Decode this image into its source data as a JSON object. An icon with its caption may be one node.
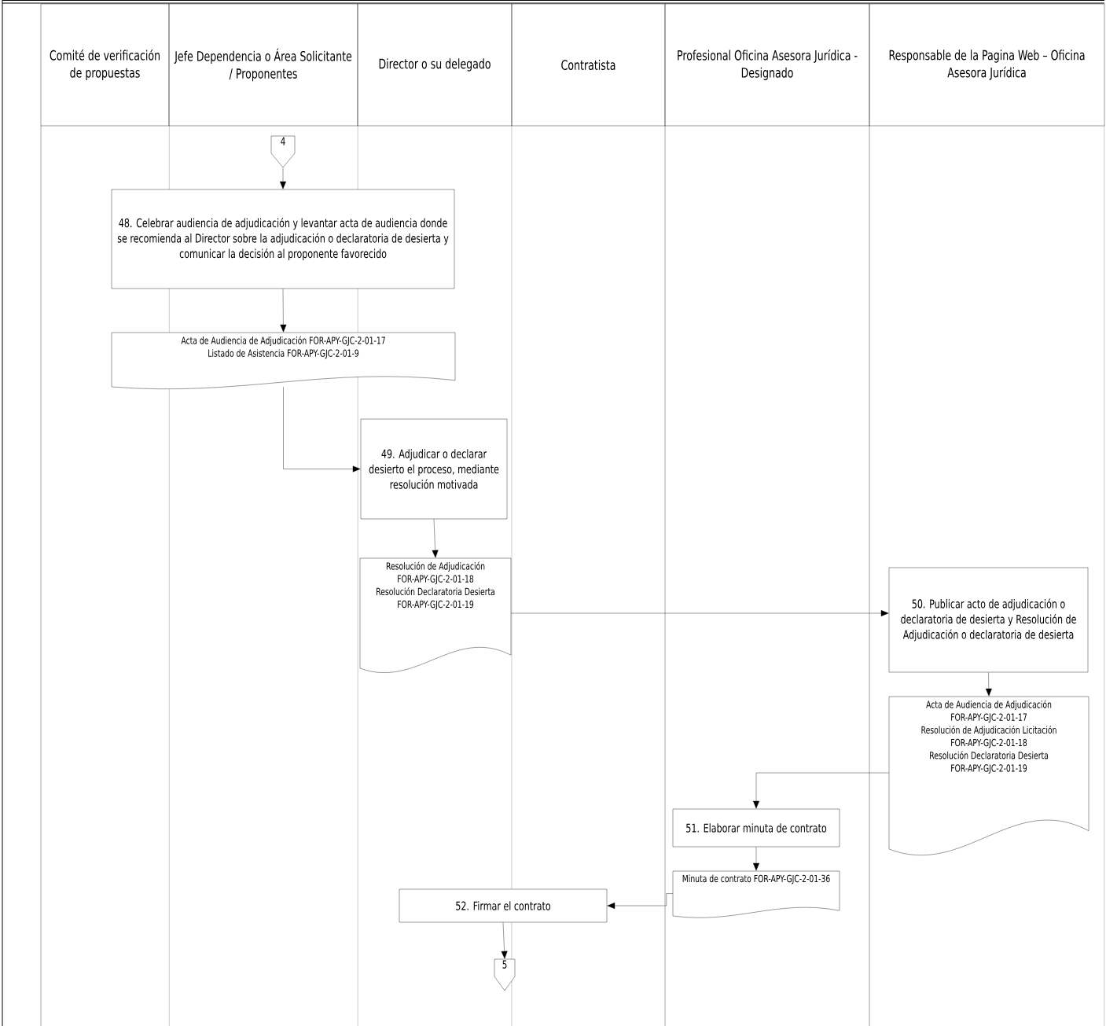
{
  "diagram": {
    "nodes": [
      {
        "text": [
          "Comité de verificación de propuestas"
        ]
      },
      {
        "text": [
          "Jefe Dependencia o Área Solicitante / Proponentes"
        ]
      },
      {
        "text": [
          "Director o su delegado"
        ]
      },
      {
        "text": [
          "Contratista"
        ]
      },
      {
        "text": [
          "Profesional Oficina Asesora Jurídica - Designado"
        ]
      },
      {
        "text": [
          "Responsable de la Pagina Web – Oficina Asesora Jurídica"
        ]
      },
      {
        "text": [
          "4"
        ]
      },
      {
        "text": [
          "48. Celebrar audiencia de adjudicación y levantar acta de audiencia donde se recomienda al Director sobre la adjudicación o declaratoria de desierta y comunicar la decisión al proponente favorecido"
        ]
      },
      {
        "text": [
          "Acta de Audiencia de Adjudicación FOR-APY-GJC-2-01-17",
          "Listado de Asistencia FOR-APY-GJC-2-01-9"
        ]
      },
      {
        "text": [
          "49. Adjudicar o declarar desierto el proceso, mediante resolución motivada"
        ]
      },
      {
        "text": [
          "Resolución de Adjudicación FOR-APY-GJC-2-01-18",
          "Resolución Declaratoria Desierta FOR-APY-GJC-2-01-19"
        ]
      },
      {
        "text": [
          "50. Publicar acto de adjudicación o declaratoria de desierta y Resolución de Adjudicación o declaratoria de desierta"
        ]
      },
      {
        "text": [
          "Acta de Audiencia de Adjudicación FOR-APY-GJC-2-01-17",
          "Resolución de Adjudicación Licitación FOR-APY-GJC-2-01-18",
          "Resolución Declaratoria Desierta FOR-APY-GJC-2-01-19"
        ]
      },
      {
        "text": [
          "51. Elaborar minuta de contrato"
        ]
      },
      {
        "text": [
          "Minuta de contrato FOR-APY-GJC-2-01-36"
        ]
      },
      {
        "text": [
          "52. Firmar el contrato"
        ]
      },
      {
        "text": [
          "5"
        ]
      }
    ],
    "edges": [
      {
        "from": 6,
        "to": 7,
        "arrow": "to"
      },
      {
        "from": 7,
        "to": 8,
        "arrow": "to"
      },
      {
        "from": 8,
        "to": 9,
        "arrow": "to"
      },
      {
        "from": 9,
        "to": 10,
        "arrow": "to"
      },
      {
        "from": 10,
        "to": 11,
        "arrow": "to"
      },
      {
        "from": 11,
        "to": 12,
        "arrow": "to"
      },
      {
        "from": 12,
        "to": 13,
        "arrow": "to"
      },
      {
        "from": 13,
        "to": 14,
        "arrow": "to"
      },
      {
        "from": 14,
        "to": 15,
        "arrow": "to"
      },
      {
        "from": 15,
        "to": 16,
        "arrow": "to"
      }
    ]
  }
}
